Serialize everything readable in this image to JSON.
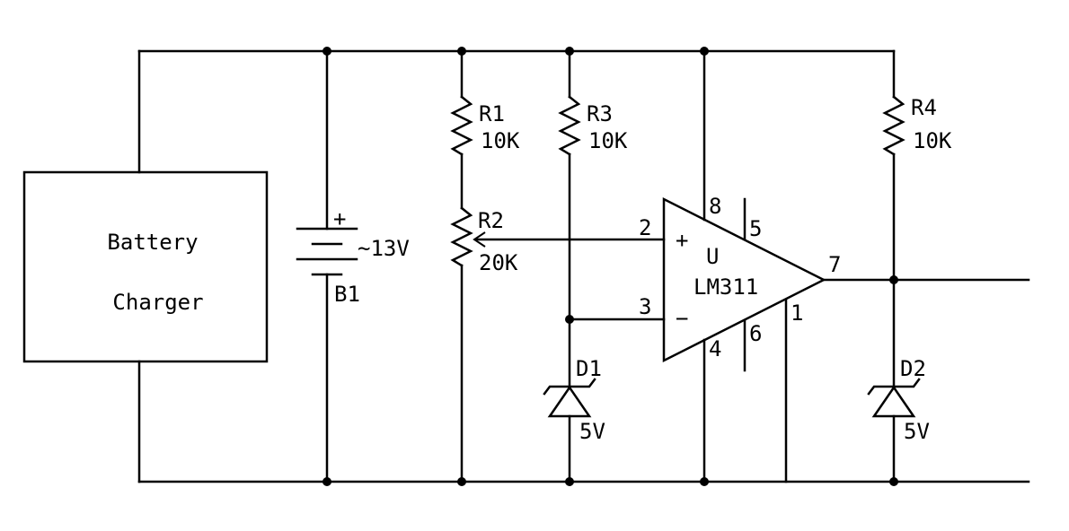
{
  "charger": {
    "line1": "Battery",
    "line2": "Charger"
  },
  "battery": {
    "ref": "B1",
    "value": "~13V",
    "plus": "+"
  },
  "r1": {
    "ref": "R1",
    "value": "10K"
  },
  "r2": {
    "ref": "R2",
    "value": "20K"
  },
  "r3": {
    "ref": "R3",
    "value": "10K"
  },
  "r4": {
    "ref": "R4",
    "value": "10K"
  },
  "d1": {
    "ref": "D1",
    "value": "5V"
  },
  "d2": {
    "ref": "D2",
    "value": "5V"
  },
  "ic": {
    "ref": "U",
    "part": "LM311",
    "plus": "+",
    "minus": "−",
    "pins": {
      "p1": "1",
      "p2": "2",
      "p3": "3",
      "p4": "4",
      "p5": "5",
      "p6": "6",
      "p7": "7",
      "p8": "8"
    }
  }
}
